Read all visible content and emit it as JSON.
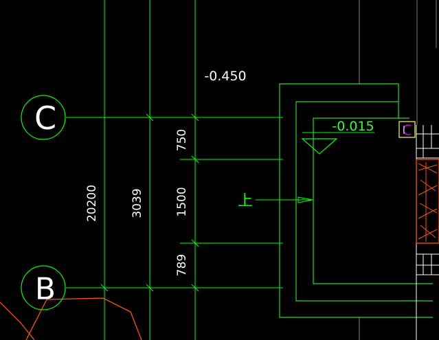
{
  "grid_axes": {
    "axis_c": {
      "label": "C"
    },
    "axis_b": {
      "label": "B"
    }
  },
  "elevations": {
    "top_level": "-0.450",
    "pit_level": "-0.015"
  },
  "dimensions": {
    "overall": "20200",
    "segment_a": "3039",
    "seg_750": "750",
    "seg_1500": "1500",
    "seg_789": "789"
  },
  "annotation": {
    "direction_label": "上"
  },
  "colors": {
    "background": "#000000",
    "grid_line": "#00ff00",
    "dim_line": "#00cc00",
    "structure": "#22dd22",
    "text_white": "#ffffff",
    "elevation_green": "#33ff33",
    "hatch_orange": "#ff5500",
    "wall_yellow": "#ffff66",
    "symbol_magenta": "#ff00ff",
    "edge_gray": "#808080"
  }
}
